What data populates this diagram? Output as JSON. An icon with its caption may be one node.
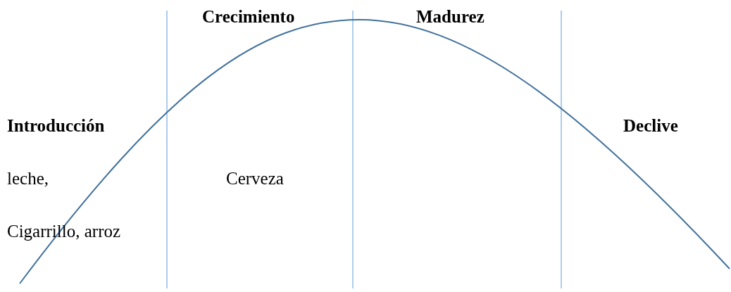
{
  "diagram": {
    "labels": [
      "Crecimiento",
      "Madurez",
      "Introducción",
      "Declive",
      "leche,",
      "Cerveza",
      "Cigarrillo, arroz"
    ]
  }
}
